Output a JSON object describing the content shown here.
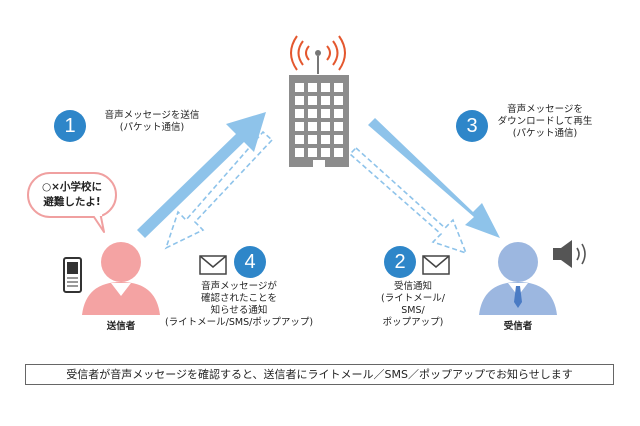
{
  "speech_bubble": "○×小学校に\n避難したよ!",
  "steps": [
    {
      "number": "1",
      "text": "音声メッセージを送信\n(パケット通信)"
    },
    {
      "number": "2",
      "text": "受信通知\n(ライトメール/\nSMS/\nポップアップ)"
    },
    {
      "number": "3",
      "text": "音声メッセージを\nダウンロードして再生\n(パケット通信)"
    },
    {
      "number": "4",
      "text": "音声メッセージが\n確認されたことを\n知らせる通知\n(ライトメール/SMS/ポップアップ)"
    }
  ],
  "sender_label": "送信者",
  "receiver_label": "受信者",
  "footer_note": "受信者が音声メッセージを確認すると、送信者にライトメール／SMS／ポップアップでお知らせします",
  "colors": {
    "accent": "#2e86c9",
    "arrow": "#8ec3ea",
    "sender": "#f4a3a3",
    "receiver": "#9cb7e0",
    "building": "#8c8c8c"
  },
  "icons": [
    "antenna-icon",
    "building-icon",
    "phone-icon",
    "envelope-icon",
    "speaker-icon",
    "sound-waves-icon"
  ]
}
